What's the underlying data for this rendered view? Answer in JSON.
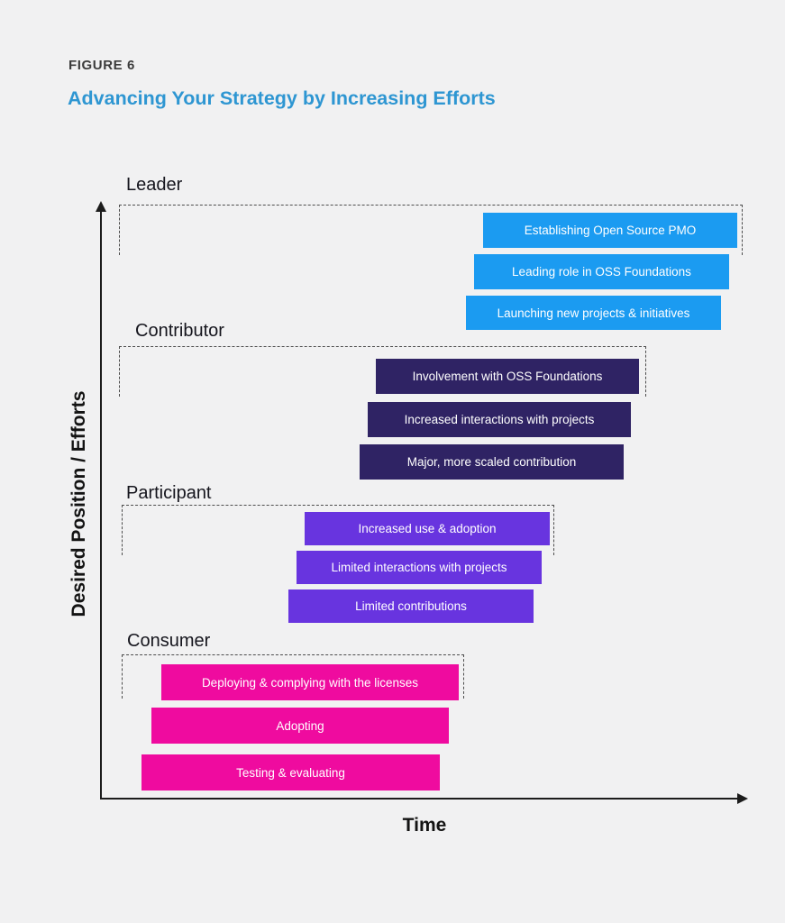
{
  "figure": {
    "label": "FIGURE 6",
    "title": "Advancing Your Strategy by Increasing Efforts"
  },
  "axes": {
    "y_label": "Desired Position / Efforts",
    "x_label": "Time"
  },
  "colors": {
    "background": "#f1f1f2",
    "figure_label": "#3c3c3c",
    "title": "#2e96d2",
    "axis": "#1c1c1c",
    "dashed_box": "#4d4d4d",
    "leader": "#1b9bf1",
    "contributor": "#2f2364",
    "participant": "#6834df",
    "consumer": "#ef0b9f",
    "bar_text": "#ffffff"
  },
  "levels": [
    {
      "name": "Leader",
      "color": "#1b9bf1",
      "bars": [
        "Establishing Open Source PMO",
        "Leading role in OSS Foundations",
        "Launching new projects & initiatives"
      ]
    },
    {
      "name": "Contributor",
      "color": "#2f2364",
      "bars": [
        "Involvement with OSS Foundations",
        "Increased interactions with projects",
        "Major, more scaled contribution"
      ]
    },
    {
      "name": "Participant",
      "color": "#6834df",
      "bars": [
        "Increased use & adoption",
        "Limited interactions with projects",
        "Limited contributions"
      ]
    },
    {
      "name": "Consumer",
      "color": "#ef0b9f",
      "bars": [
        "Deploying & complying with the licenses",
        "Adopting",
        "Testing & evaluating"
      ]
    }
  ],
  "chart_data": {
    "type": "bar",
    "title": "Advancing Your Strategy by Increasing Efforts",
    "subtitle": "FIGURE 6",
    "xlabel": "Time",
    "ylabel": "Desired Position / Efforts",
    "grid": false,
    "legend_position": "none",
    "axes_numeric": false,
    "x_axis_unit": "relative time (0–1, estimated; no ticks shown)",
    "series": [
      {
        "name": "Consumer",
        "level_rank": 1,
        "color": "#ef0b9f",
        "bars": [
          {
            "label": "Testing & evaluating",
            "x_start": 0.06,
            "x_end": 0.52
          },
          {
            "label": "Adopting",
            "x_start": 0.08,
            "x_end": 0.54
          },
          {
            "label": "Deploying & complying with the licenses",
            "x_start": 0.09,
            "x_end": 0.55
          }
        ]
      },
      {
        "name": "Participant",
        "level_rank": 2,
        "color": "#6834df",
        "bars": [
          {
            "label": "Limited contributions",
            "x_start": 0.29,
            "x_end": 0.67
          },
          {
            "label": "Limited interactions with projects",
            "x_start": 0.3,
            "x_end": 0.68
          },
          {
            "label": "Increased use & adoption",
            "x_start": 0.31,
            "x_end": 0.69
          }
        ]
      },
      {
        "name": "Contributor",
        "level_rank": 3,
        "color": "#2f2364",
        "bars": [
          {
            "label": "Major, more scaled contribution",
            "x_start": 0.4,
            "x_end": 0.81
          },
          {
            "label": "Increased interactions with projects",
            "x_start": 0.41,
            "x_end": 0.82
          },
          {
            "label": "Involvement with OSS Foundations",
            "x_start": 0.42,
            "x_end": 0.83
          }
        ]
      },
      {
        "name": "Leader",
        "level_rank": 4,
        "color": "#1b9bf1",
        "bars": [
          {
            "label": "Launching new projects & initiatives",
            "x_start": 0.56,
            "x_end": 0.96
          },
          {
            "label": "Leading role in OSS Foundations",
            "x_start": 0.58,
            "x_end": 0.97
          },
          {
            "label": "Establishing Open Source PMO",
            "x_start": 0.59,
            "x_end": 0.98
          }
        ]
      }
    ]
  }
}
